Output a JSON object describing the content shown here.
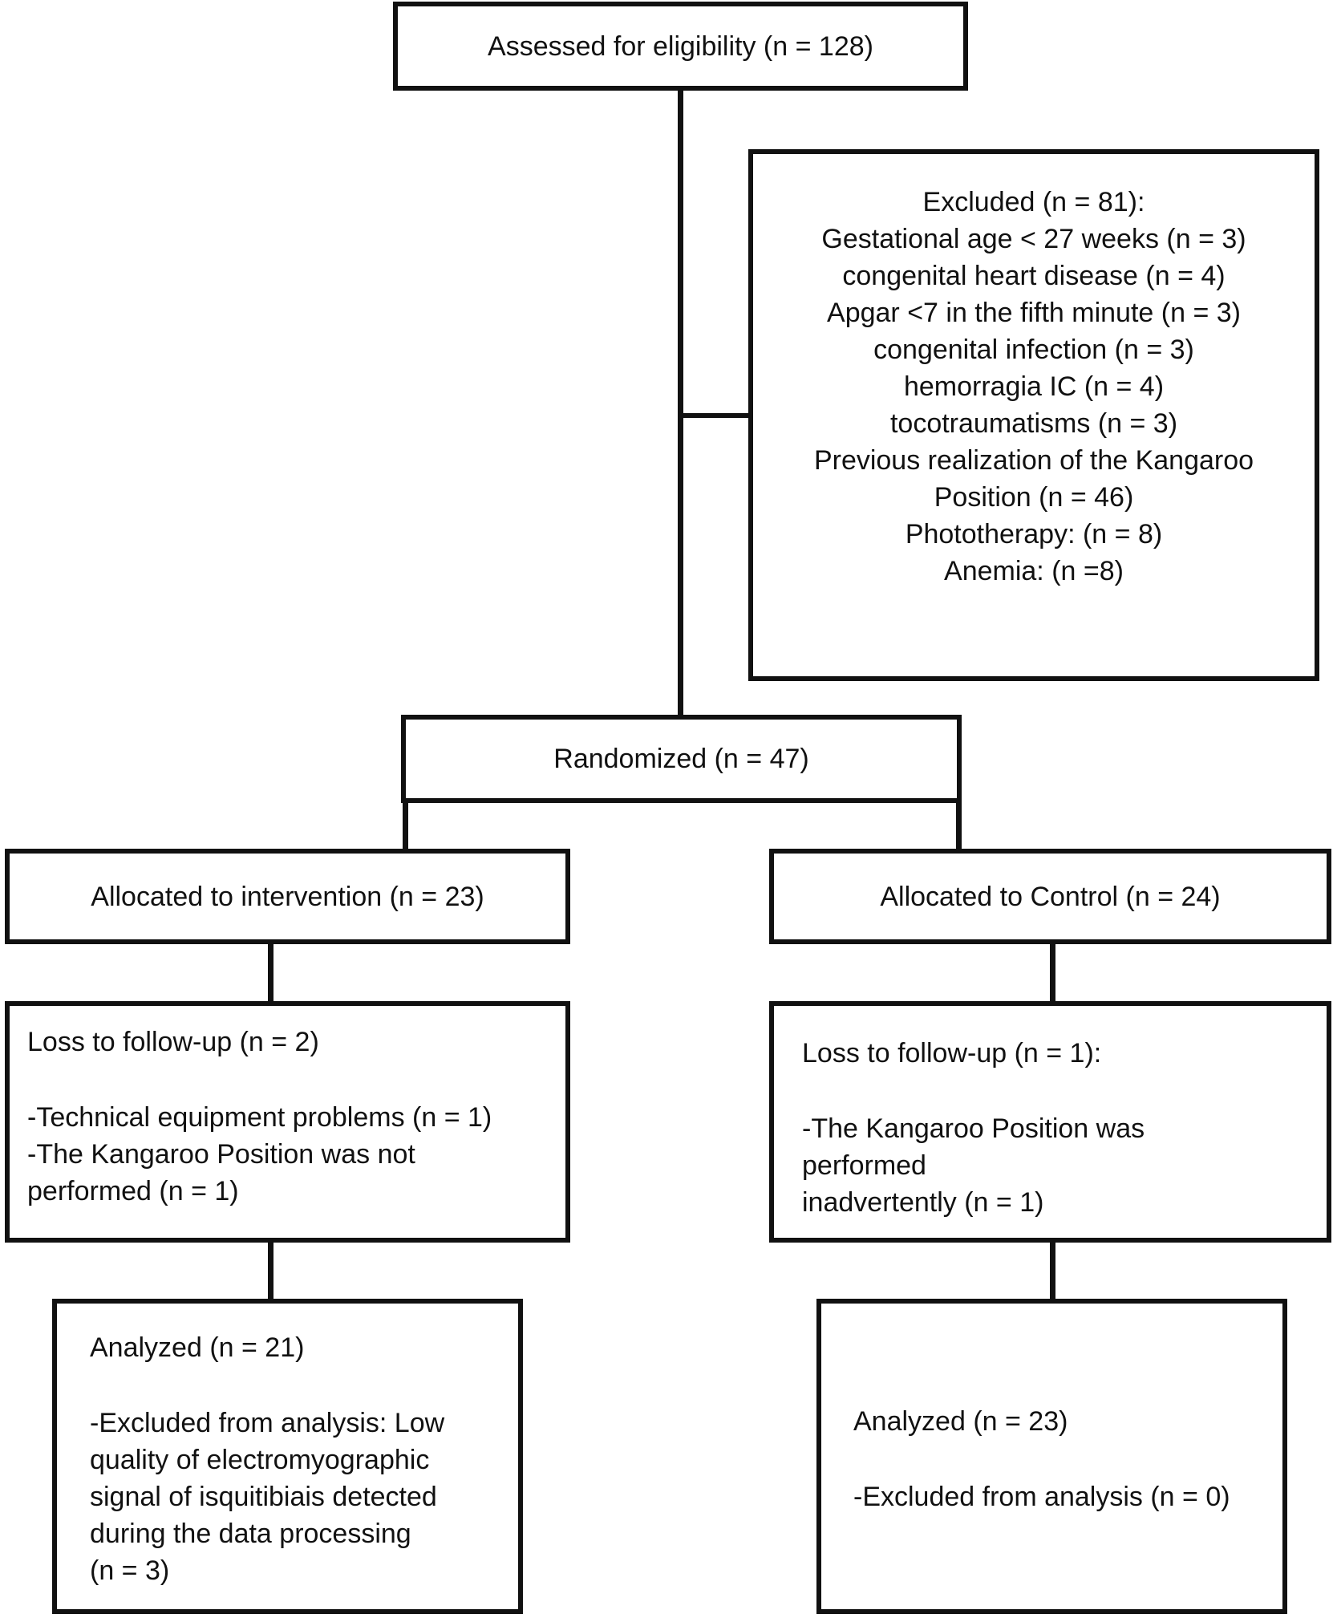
{
  "assessed": {
    "text": "Assessed for eligibility (n = 128)"
  },
  "excluded": {
    "title": "Excluded (n = 81):",
    "items": [
      "Gestational age < 27 weeks (n = 3)",
      "congenital heart disease (n = 4)",
      "Apgar <7 in the fifth minute (n = 3)",
      "congenital infection (n = 3)",
      "hemorragia IC (n = 4)",
      "tocotraumatisms (n = 3)",
      "Previous realization of the Kangaroo",
      "Position (n = 46)",
      "Phototherapy: (n = 8)",
      "Anemia: (n =8)"
    ]
  },
  "randomized": {
    "text": "Randomized (n = 47)"
  },
  "intervention": {
    "allocated": "Allocated to intervention (n = 23)",
    "loss_title": "Loss to follow-up (n = 2)",
    "loss_items": [
      "-Technical equipment problems (n = 1)",
      "-The Kangaroo Position was not",
      "performed (n = 1)"
    ],
    "analyzed_title": "Analyzed (n = 21)",
    "analyzed_items": [
      "-Excluded from analysis: Low",
      "quality of electromyographic",
      "signal of isquitibiais detected",
      "during the data processing",
      "(n = 3)"
    ]
  },
  "control": {
    "allocated": "Allocated to Control (n = 24)",
    "loss_title": "Loss to follow-up (n = 1):",
    "loss_items": [
      "-The Kangaroo Position was",
      "performed",
      "inadvertently (n = 1)"
    ],
    "analyzed_title": "Analyzed (n = 23)",
    "analyzed_items": [
      "-Excluded from analysis (n = 0)"
    ]
  }
}
